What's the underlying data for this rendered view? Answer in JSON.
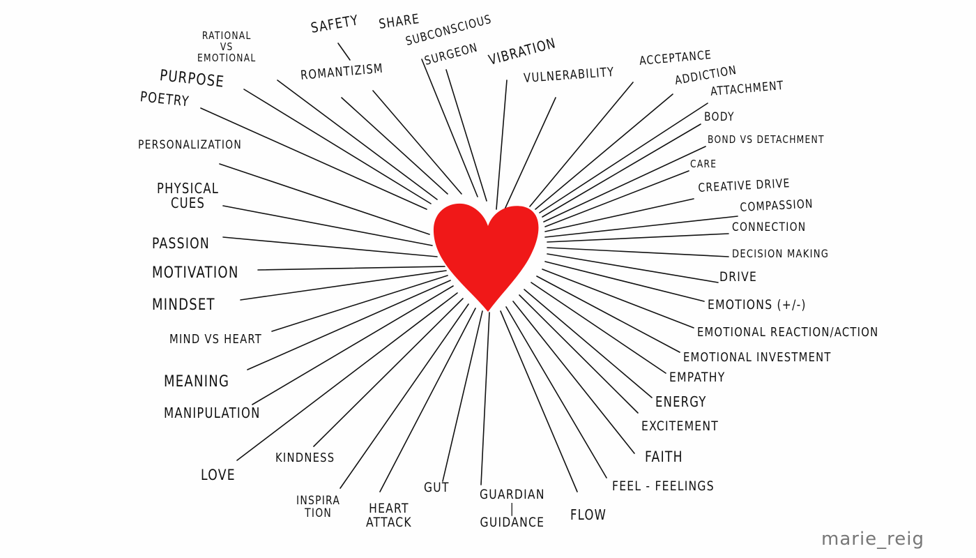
{
  "illustration": {
    "heart_color": "#f01818",
    "labels": [
      "Poetry",
      "Purpose",
      "Rational\nvs\nEmotional",
      "Safety",
      "Romantizism",
      "Share",
      "Subconscious",
      "Surgeon",
      "Vibration",
      "Vulnerability",
      "Acceptance",
      "Addiction",
      "Attachment",
      "Body",
      "Bond vs Detachment",
      "Care",
      "Creative drive",
      "Compassion",
      "Connection",
      "Decision making",
      "Drive",
      "Emotions (+/-)",
      "Emotional reaction/action",
      "Emotional investment",
      "Empathy",
      "Energy",
      "Excitement",
      "Faith",
      "Feel - feelings",
      "Flow",
      "Guardian\n|\nGuidance",
      "Gut",
      "Heart\nattack",
      "Inspira\ntion",
      "Kindness",
      "Love",
      "Manipulation",
      "Meaning",
      "Mind vs Heart",
      "Mindset",
      "Motivation",
      "Passion",
      "Physical\ncues",
      "Personalization"
    ],
    "signature": "marie_reig"
  }
}
